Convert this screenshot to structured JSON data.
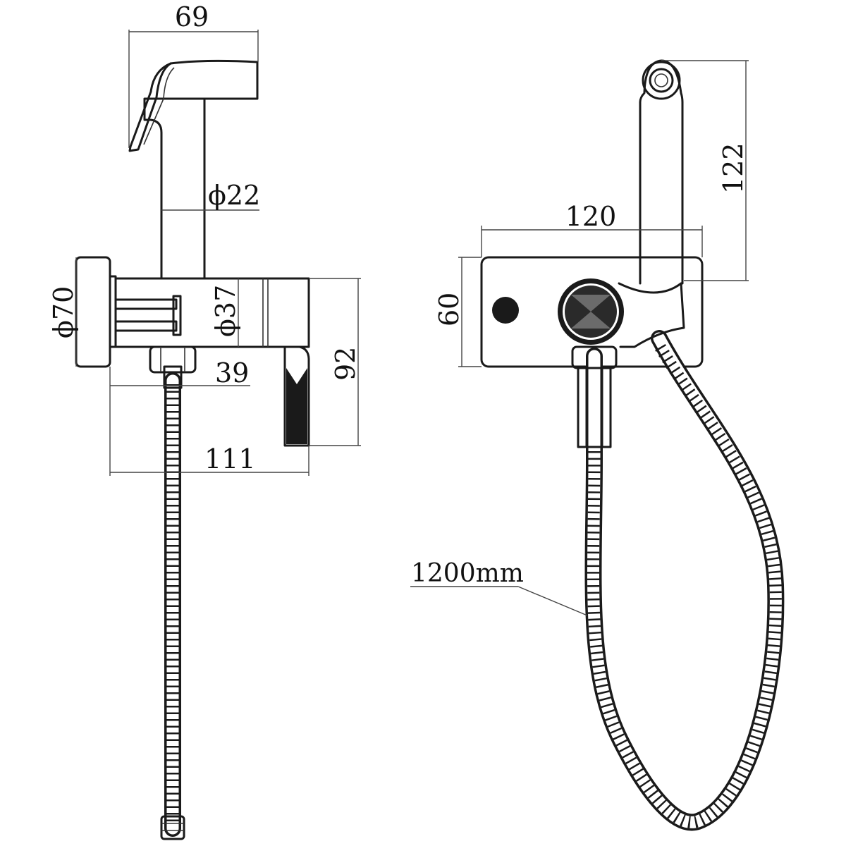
{
  "dimensions": {
    "top_width": "69",
    "stem_diameter": "ϕ22",
    "flange_diameter": "ϕ70",
    "body_diameter": "ϕ37",
    "flange_depth": "39",
    "height_92": "92",
    "total_depth": "111",
    "plate_width": "120",
    "plate_height": "60",
    "holder_height": "122",
    "hose_length": "1200mm"
  },
  "colors": {
    "line": "#1a1a1a",
    "background": "#ffffff"
  }
}
